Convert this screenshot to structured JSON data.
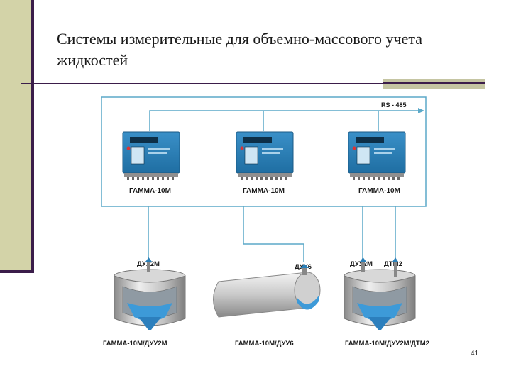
{
  "slide": {
    "title": "Системы измерительные для объемно-массового учета жидкостей",
    "page_number": "41"
  },
  "diagram": {
    "bus_label": "RS - 485",
    "devices": [
      {
        "label": "ГАММА-10М"
      },
      {
        "label": "ГАММА-10М"
      },
      {
        "label": "ГАММА-10М"
      }
    ],
    "sensors": {
      "left": "ДУУ2М",
      "middle": "ДУУ6",
      "right_level": "ДУУ2М",
      "right_temp": "ДТМ2"
    },
    "systems": [
      {
        "label": "ГАММА-10М/ДУУ2М"
      },
      {
        "label": "ГАММА-10М/ДУУ6"
      },
      {
        "label": "ГАММА-10М/ДУУ2М/ДТМ2"
      }
    ],
    "colors": {
      "line": "#5ba9c9",
      "device": "#2a7fb8",
      "liquid": "#3d9ad8"
    }
  }
}
